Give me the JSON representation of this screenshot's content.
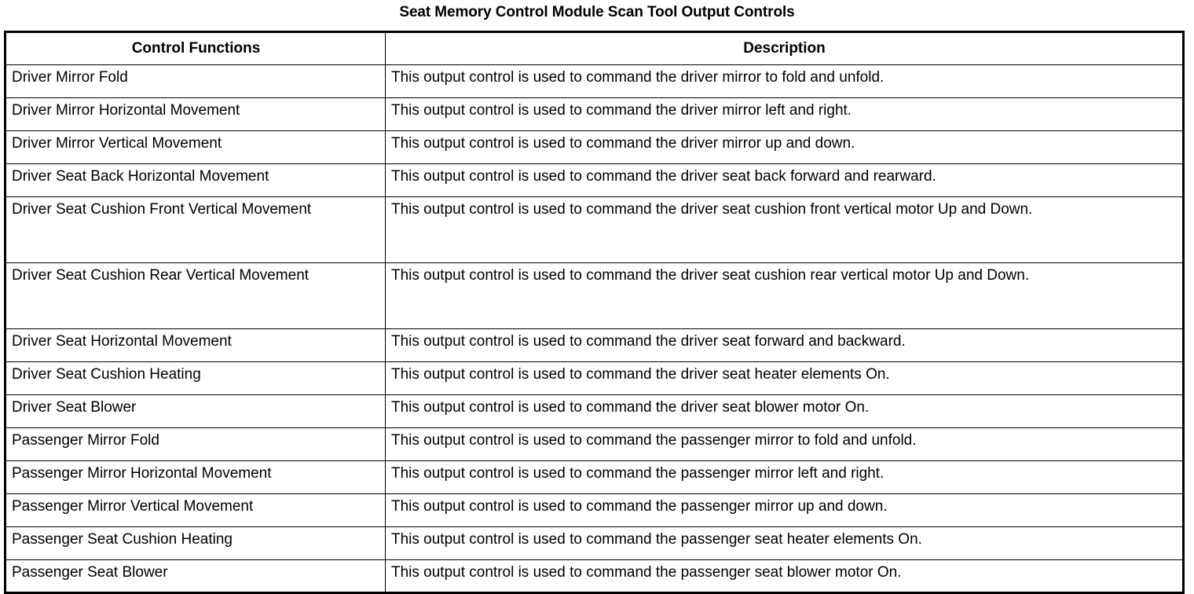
{
  "document": {
    "title": "Seat Memory Control Module Scan Tool Output Controls"
  },
  "table": {
    "headers": {
      "control_functions": "Control Functions",
      "description": "Description"
    },
    "rows": [
      {
        "control": "Driver Mirror Fold",
        "description": "This output control is used to command the driver mirror to fold and unfold."
      },
      {
        "control": "Driver Mirror Horizontal Movement",
        "description": "This output control is used to command the driver mirror left and right."
      },
      {
        "control": "Driver Mirror Vertical Movement",
        "description": "This output control is used to command the driver mirror up and down."
      },
      {
        "control": "Driver Seat Back Horizontal Movement",
        "description": "This output control is used to command the driver seat back forward and rearward."
      },
      {
        "control": "Driver Seat Cushion Front Vertical Movement",
        "description": "This output control is used to command the driver seat cushion front vertical motor Up and Down."
      },
      {
        "control": "Driver Seat Cushion Rear Vertical Movement",
        "description": "This output control is used to command the driver seat cushion rear vertical motor Up and Down."
      },
      {
        "control": "Driver Seat Horizontal Movement",
        "description": "This output control is used to command the driver seat forward and backward."
      },
      {
        "control": "Driver Seat Cushion Heating",
        "description": "This output control is used to command the driver seat heater elements On."
      },
      {
        "control": "Driver Seat Blower",
        "description": "This output control is used to command the driver seat blower motor On."
      },
      {
        "control": "Passenger Mirror Fold",
        "description": "This output control is used to command the passenger mirror to fold and unfold."
      },
      {
        "control": "Passenger Mirror Horizontal Movement",
        "description": "This output control is used to command the passenger mirror left and right."
      },
      {
        "control": "Passenger Mirror Vertical Movement",
        "description": "This output control is used to command the passenger mirror up and down."
      },
      {
        "control": "Passenger Seat Cushion Heating",
        "description": "This output control is used to command the passenger seat heater elements On."
      },
      {
        "control": "Passenger Seat Blower",
        "description": "This output control is used to command the passenger seat blower motor On."
      }
    ]
  }
}
